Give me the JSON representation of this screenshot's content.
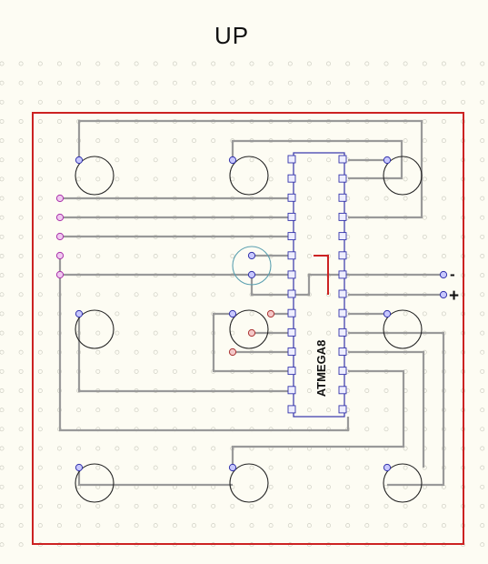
{
  "title": "UP",
  "chip": {
    "label": "ATMEGA8"
  },
  "power": {
    "minus": "-",
    "plus": "+"
  },
  "colors": {
    "board_outline": "#cc2222",
    "trace": "#999999",
    "chip_outline": "#3333aa",
    "jumper": "#cc2222",
    "led_outline": "#222222",
    "pad_blue": "#3333aa",
    "pad_purple": "#aa33aa",
    "pad_red": "#aa3333",
    "sensor_outline": "#5aa0b0"
  },
  "icons": [
    "led-outline",
    "ir-sensor-outline",
    "ic-dip28"
  ]
}
